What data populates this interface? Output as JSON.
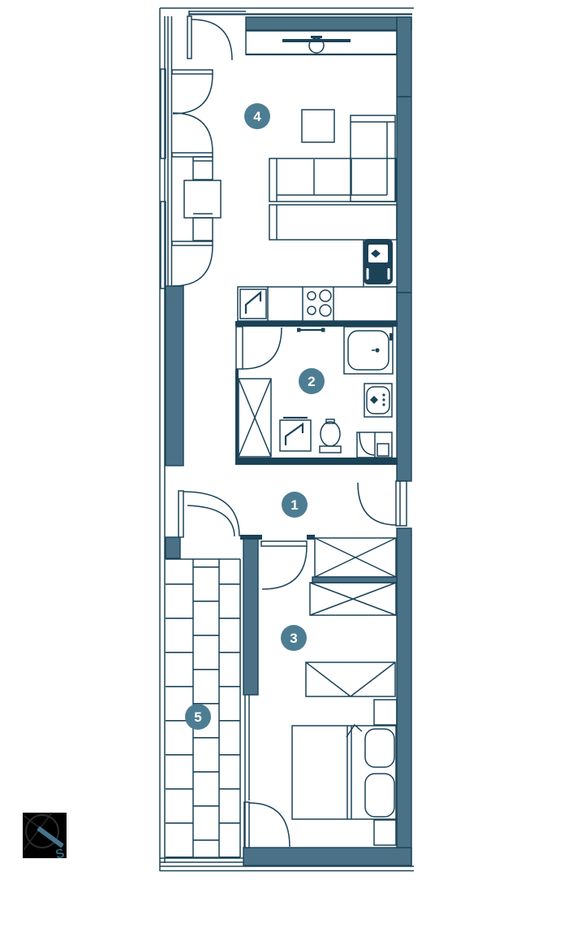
{
  "floorplan": {
    "rooms": [
      {
        "id": "living-room",
        "label": "4"
      },
      {
        "id": "bathroom",
        "label": "2"
      },
      {
        "id": "hallway",
        "label": "1"
      },
      {
        "id": "bedroom",
        "label": "3"
      },
      {
        "id": "balcony",
        "label": "5"
      }
    ],
    "compass": {
      "south_label": "S"
    },
    "colors": {
      "wall_fill": "#4a7186",
      "line_ink": "#1b4257",
      "room_badge": "#4d7d92",
      "badge_text": "#ffffff",
      "compass_bg": "#000000",
      "compass_needle": "#46748c"
    }
  }
}
